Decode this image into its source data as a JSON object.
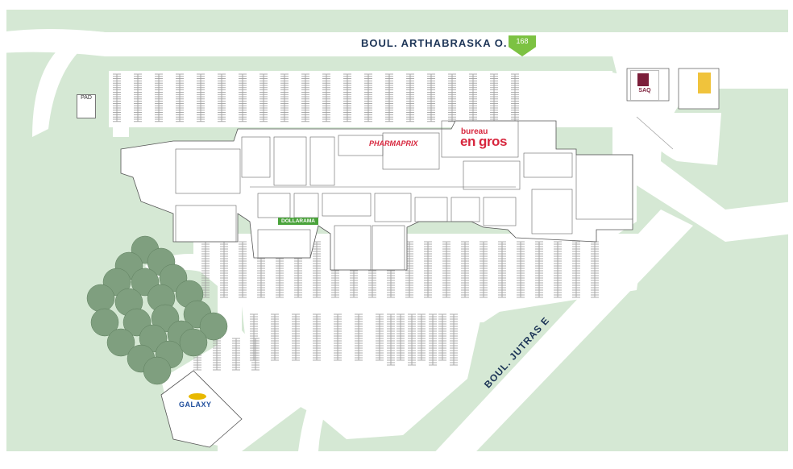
{
  "map": {
    "roads": {
      "north": "BOUL. ARTHABRASKA O.",
      "south_east": "BOUL. JUTRAS E",
      "highway_shield": "168"
    },
    "stores": {
      "pharmaprix": "PHARMAPRIX",
      "bureau_en_gros_top": "bureau",
      "bureau_en_gros_main": "en gros",
      "dollarama": "DOLLARAMA",
      "saq": "SAQ",
      "galaxy": "GALAXY",
      "pad": "PAD"
    },
    "colors": {
      "green_space": "#d5e8d4",
      "road": "#ffffff",
      "building": "#ffffff",
      "building_outline": "#555555",
      "parking_lines": "#9a9a9a",
      "trees": "#7f9f7f",
      "highway_shield": "#7cc242",
      "brand_red": "#d7263d",
      "label_blue": "#1d3557"
    }
  }
}
